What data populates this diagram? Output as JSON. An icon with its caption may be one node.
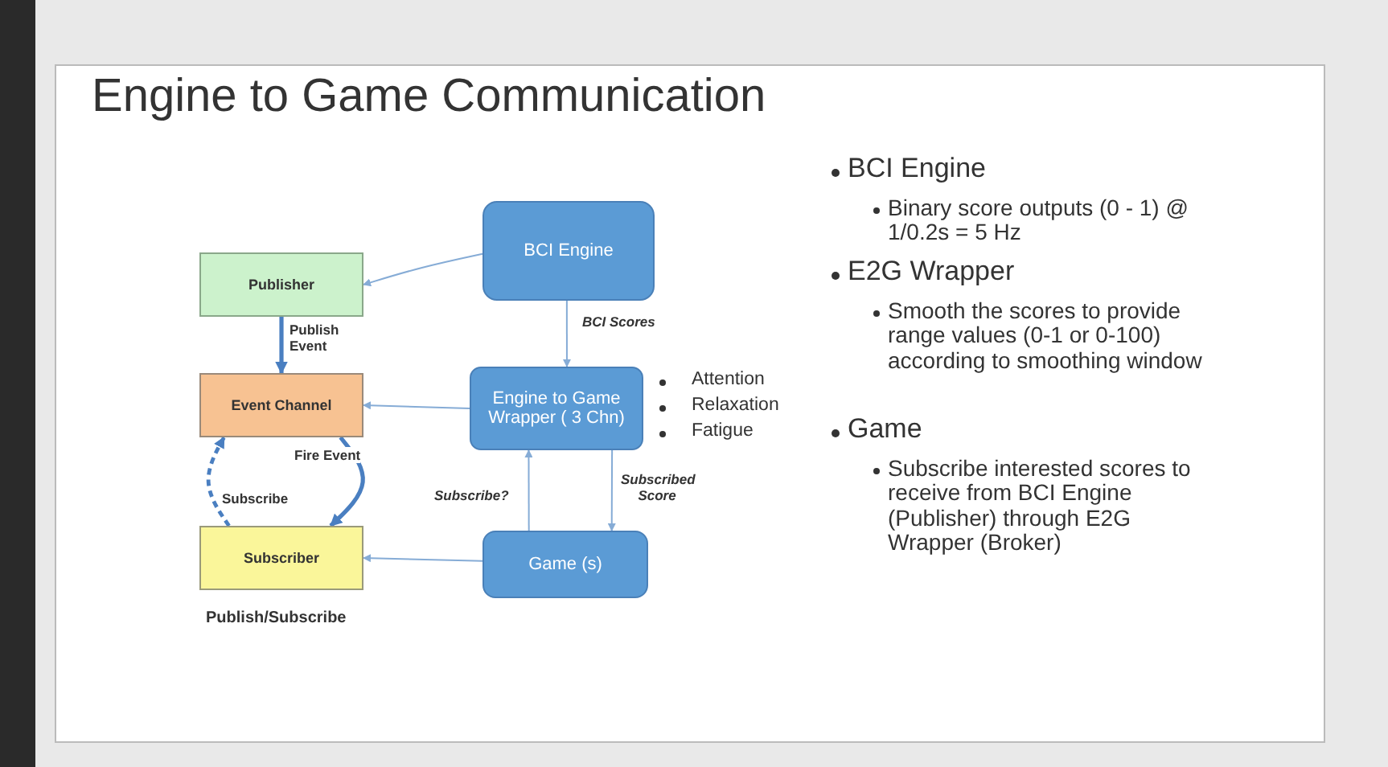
{
  "diagram": {
    "title": "Engine to Game Communication",
    "nodes": [
      {
        "text": [
          "Publisher"
        ]
      },
      {
        "text": [
          "Event Channel"
        ]
      },
      {
        "text": [
          "Subscriber"
        ]
      },
      {
        "text": [
          "BCI Engine"
        ]
      },
      {
        "text": [
          "Engine to Game Wrapper ( 3 Chn)"
        ],
        "beside": [
          "Attention",
          "Relaxation",
          "Fatigue"
        ]
      },
      {
        "text": [
          "Game (s)"
        ]
      }
    ],
    "edges": [
      {
        "from": 3,
        "to": 0,
        "arrow": "to"
      },
      {
        "from": 4,
        "to": 1,
        "arrow": "to"
      },
      {
        "from": 5,
        "to": 2,
        "arrow": "to"
      },
      {
        "from": 3,
        "to": 4,
        "arrow": "to",
        "label": "BCI Scores"
      },
      {
        "from": 5,
        "to": 4,
        "arrow": "to",
        "label": "Subscribe?"
      },
      {
        "from": 4,
        "to": 5,
        "arrow": "to",
        "label": "Subscribed Score"
      },
      {
        "from": 0,
        "to": 1,
        "arrow": "to",
        "label": "Publish Event",
        "style": "thick",
        "color": "#4a7fc1"
      },
      {
        "from": 1,
        "to": 2,
        "arrow": "to",
        "label": "Fire Event",
        "style": "thick",
        "color": "#4a7fc1"
      },
      {
        "from": 2,
        "to": 1,
        "arrow": "to",
        "label": "Subscribe",
        "style": "dashed",
        "color": "#4a7fc1"
      }
    ],
    "labels": [
      "BCI Engine",
      "Binary score outputs (0 - 1) @ 1/0.2s = 5 Hz",
      "E2G Wrapper",
      "Smooth the scores to provide range values (0-1 or 0-100) according to smoothing window",
      "Game",
      "Subscribe interested scores to receive from BCI Engine (Publisher) through E2G Wrapper (Broker)",
      "Publish/Subscribe"
    ]
  }
}
